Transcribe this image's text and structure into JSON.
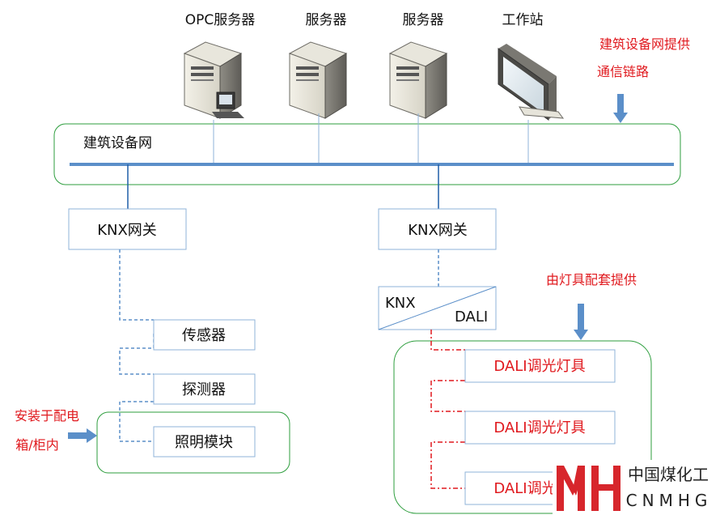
{
  "servers": [
    {
      "label": "OPC服务器",
      "icon": "server-with-monitor-icon"
    },
    {
      "label": "服务器",
      "icon": "server-icon"
    },
    {
      "label": "服务器",
      "icon": "server-icon"
    },
    {
      "label": "工作站",
      "icon": "workstation-monitor-icon"
    }
  ],
  "network": {
    "label": "建筑设备网"
  },
  "annotations": {
    "network_note_line1": "建筑设备网提供",
    "network_note_line2": "通信链路",
    "fixture_note": "由灯具配套提供",
    "cabinet_note_line1": "安装于配电",
    "cabinet_note_line2": "箱/柜内"
  },
  "gateways": {
    "left": "KNX网关",
    "right": "KNX网关"
  },
  "converter": {
    "top": "KNX",
    "bottom": "DALI"
  },
  "left_devices": [
    "传感器",
    "探测器",
    "照明模块"
  ],
  "right_devices": [
    "DALI调光灯具",
    "DALI调光灯具",
    "DALI调光灯具"
  ],
  "logo": {
    "mark": "MH",
    "cn": "中国煤化工",
    "en": "CNMHG"
  },
  "colors": {
    "bus": "#5b8fc9",
    "knx_link": "#5b8fc9",
    "dali_link": "#e0191e",
    "group_border": "#2e9e3e",
    "accent_red": "#e0191e",
    "logo_red": "#d7262c"
  }
}
